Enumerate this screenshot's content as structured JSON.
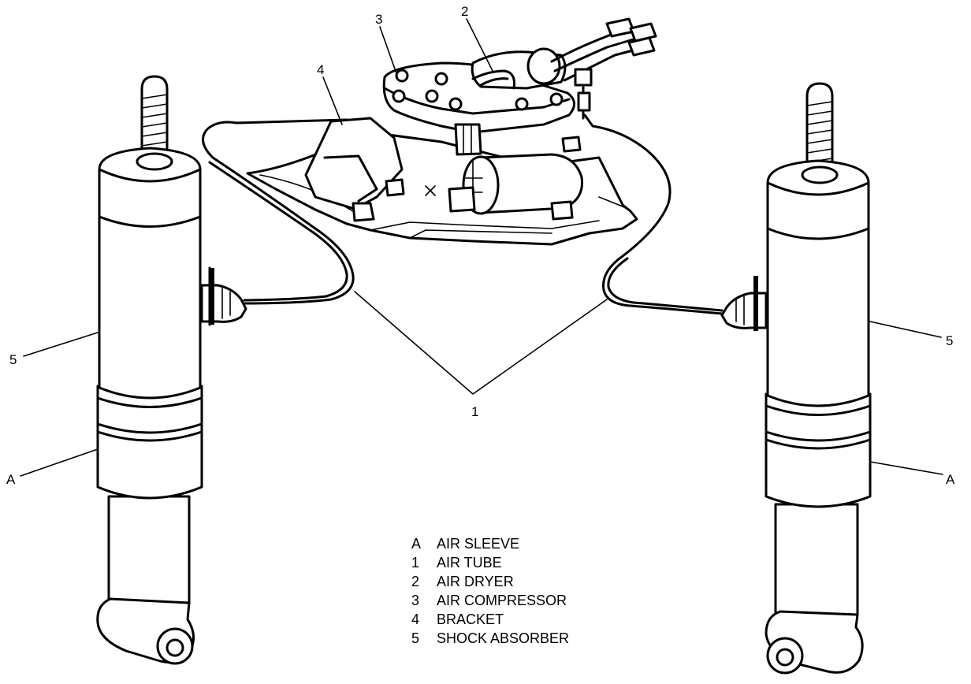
{
  "callouts": {
    "c1": "1",
    "c2": "2",
    "c3": "3",
    "c4": "4",
    "c5_left": "5",
    "c5_right": "5",
    "ca_left": "A",
    "ca_right": "A"
  },
  "legend": [
    {
      "key": "A",
      "label": "AIR SLEEVE"
    },
    {
      "key": "1",
      "label": "AIR TUBE"
    },
    {
      "key": "2",
      "label": "AIR DRYER"
    },
    {
      "key": "3",
      "label": "AIR COMPRESSOR"
    },
    {
      "key": "4",
      "label": "BRACKET"
    },
    {
      "key": "5",
      "label": "SHOCK ABSORBER"
    }
  ]
}
